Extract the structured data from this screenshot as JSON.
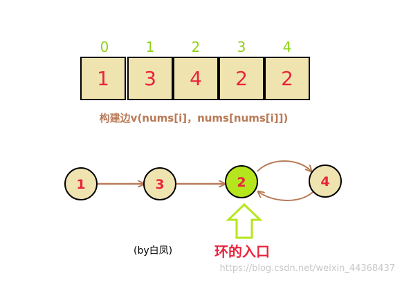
{
  "array": {
    "indices": [
      "0",
      "1",
      "2",
      "3",
      "4"
    ],
    "values": [
      "1",
      "3",
      "4",
      "2",
      "2"
    ]
  },
  "edge_caption": "构建边v(nums[i]，nums[nums[i]])",
  "graph": {
    "nodes": [
      "1",
      "3",
      "2",
      "4"
    ]
  },
  "author_note": "(by白凤)",
  "entry_label": "环的入口",
  "watermark": "https://blog.csdn.net/weixin_44368437",
  "colors": {
    "cell_fill": "#efe4b0",
    "index_text": "#8fd118",
    "value_text": "#e8243c",
    "caption_text": "#b97a57",
    "edge": "#b97a57",
    "entry_node": "#b5e61d",
    "entry_label": "#e8243c"
  }
}
